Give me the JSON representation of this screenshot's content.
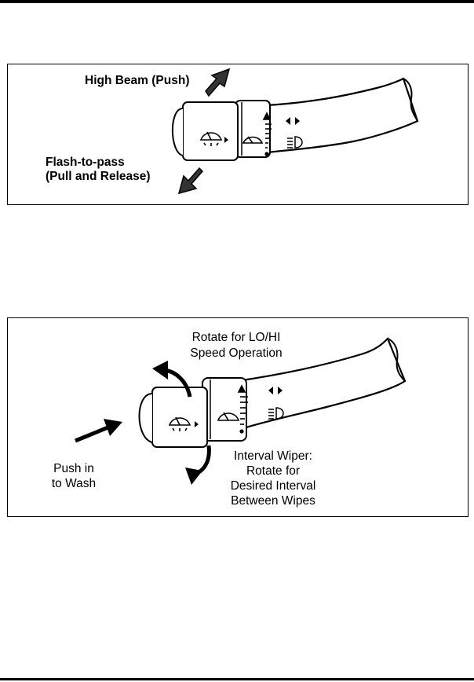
{
  "figure_1": {
    "high_beam_label": "High Beam (Push)",
    "flash_to_pass_line1": "Flash-to-pass",
    "flash_to_pass_line2": "(Pull and Release)"
  },
  "figure_2": {
    "rotate_line1": "Rotate for LO/HI",
    "rotate_line2": "Speed Operation",
    "push_line1": "Push in",
    "push_line2": "to Wash",
    "interval_line1": "Interval Wiper:",
    "interval_line2": "Rotate for",
    "interval_line3": "Desired Interval",
    "interval_line4": "Between Wipes"
  },
  "icons": [
    "front-wiper-washer-icon",
    "wiper-icon",
    "turn-signal-icon",
    "headlamp-high-beam-icon",
    "arrow-icon"
  ]
}
